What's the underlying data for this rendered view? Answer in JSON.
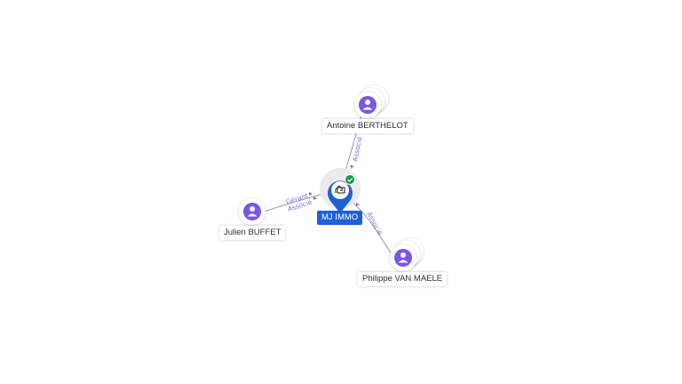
{
  "company": {
    "name": "MJ IMMO",
    "icon": "building-icon",
    "status": "verified-check-icon",
    "colors": {
      "primary": "#1f5fd6",
      "check": "#1a9a4b"
    }
  },
  "people": [
    {
      "name": "Antoine BERTHELOT",
      "roles": [
        "Associé"
      ]
    },
    {
      "name": "Julien BUFFET",
      "roles": [
        "Gérant",
        "Associé"
      ]
    },
    {
      "name": "Philippe VAN MAELE",
      "roles": [
        "Associé"
      ]
    }
  ],
  "colors": {
    "person": "#7b55e8",
    "edge_label": "#7a6fd6"
  }
}
